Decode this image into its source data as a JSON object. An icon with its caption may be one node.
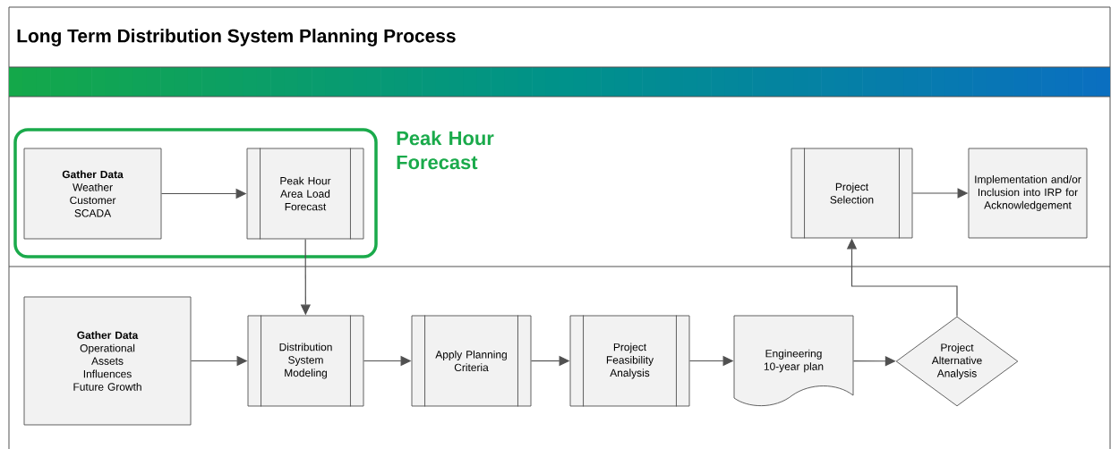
{
  "diagram": {
    "title": "Long Term Distribution System Planning Process",
    "nodes": [
      {
        "text": [
          "Peak Hour Forecast"
        ]
      },
      {
        "text": [
          "Gather Data",
          "Weather Customer SCADA"
        ],
        "in": 0
      },
      {
        "text": [
          "Peak Hour Area Load Forecast"
        ],
        "in": 0
      },
      {
        "text": [
          "Project Selection"
        ]
      },
      {
        "text": [
          "Implementation and/or Inclusion into IRP for Acknowledgement"
        ]
      },
      {
        "text": [
          "Gather Data",
          "Operational Assets Influences Future Growth"
        ]
      },
      {
        "text": [
          "Distribution System Modeling"
        ]
      },
      {
        "text": [
          "Apply Planning Criteria"
        ]
      },
      {
        "text": [
          "Project Feasibility Analysis"
        ]
      },
      {
        "text": [
          "Engineering 10-year plan"
        ]
      },
      {
        "text": [
          "Project Alternative Analysis"
        ]
      }
    ],
    "edges": [
      {
        "from": 1,
        "to": 2,
        "arrow": "to"
      },
      {
        "from": 2,
        "to": 6,
        "arrow": "to"
      },
      {
        "from": 5,
        "to": 6,
        "arrow": "to"
      },
      {
        "from": 6,
        "to": 7,
        "arrow": "to"
      },
      {
        "from": 7,
        "to": 8,
        "arrow": "to"
      },
      {
        "from": 8,
        "to": 9,
        "arrow": "to"
      },
      {
        "from": 9,
        "to": 10,
        "arrow": "to"
      },
      {
        "from": 10,
        "to": 3,
        "arrow": "to"
      },
      {
        "from": 3,
        "to": 4,
        "arrow": "to"
      }
    ]
  }
}
